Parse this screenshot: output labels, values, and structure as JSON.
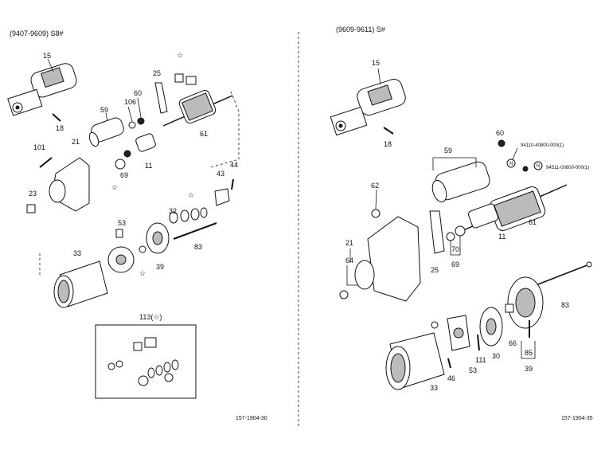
{
  "left_panel": {
    "header": "(9407-9609) S8#",
    "ref_code": "157-1904-30",
    "callouts": [
      "15",
      "18",
      "59",
      "106",
      "60",
      "25",
      "61",
      "101",
      "21",
      "11",
      "69",
      "23",
      "43",
      "44",
      "32",
      "53",
      "33",
      "39",
      "83"
    ],
    "kit_label": "113(☆)"
  },
  "right_panel": {
    "header": "(9609-9611) S#",
    "ref_code": "157-1904-35",
    "callouts": [
      "15",
      "18",
      "60",
      "59",
      "62",
      "21",
      "64",
      "61",
      "11",
      "25",
      "70",
      "69",
      "83",
      "111",
      "30",
      "66",
      "85",
      "39",
      "53",
      "46",
      "33"
    ],
    "part_notes": [
      "94110-40800-000(1)",
      "94511-00800-000(1)"
    ],
    "note_symbol": "N"
  }
}
